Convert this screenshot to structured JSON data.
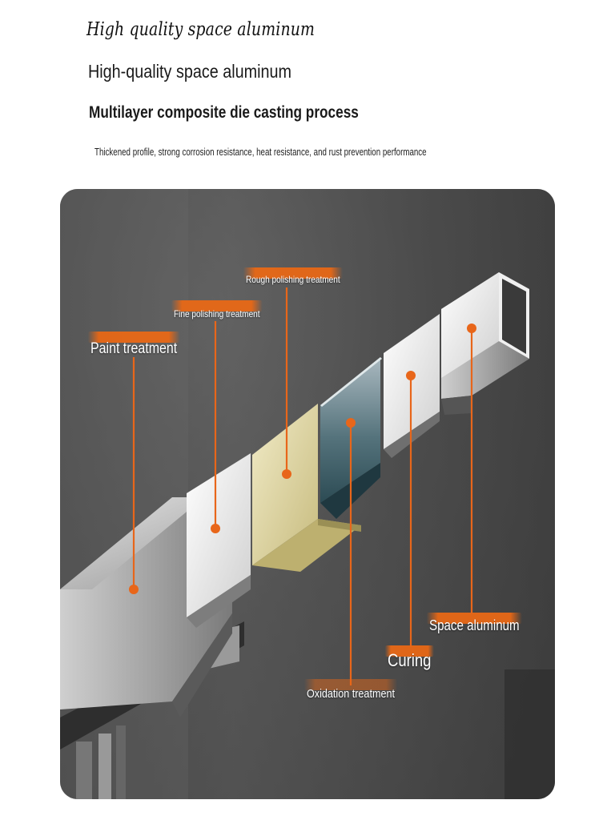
{
  "header": {
    "script_title": "High quality space aluminum",
    "heading": "High-quality space aluminum",
    "subheading": "Multilayer composite die casting process",
    "description": "Thickened profile, strong corrosion resistance, heat resistance, and rust prevention performance"
  },
  "callouts": {
    "rough_polishing": "Rough polishing treatment",
    "fine_polishing": "Fine polishing treatment",
    "paint": "Paint treatment",
    "space_aluminum": "Space aluminum",
    "curing": "Curing",
    "oxidation": "Oxidation treatment"
  },
  "colors": {
    "accent": "#e8661a",
    "panel_background": "#4a4a4a",
    "gold_layer": "#d9cf9a",
    "oxidation_layer": "#4f6f78"
  }
}
